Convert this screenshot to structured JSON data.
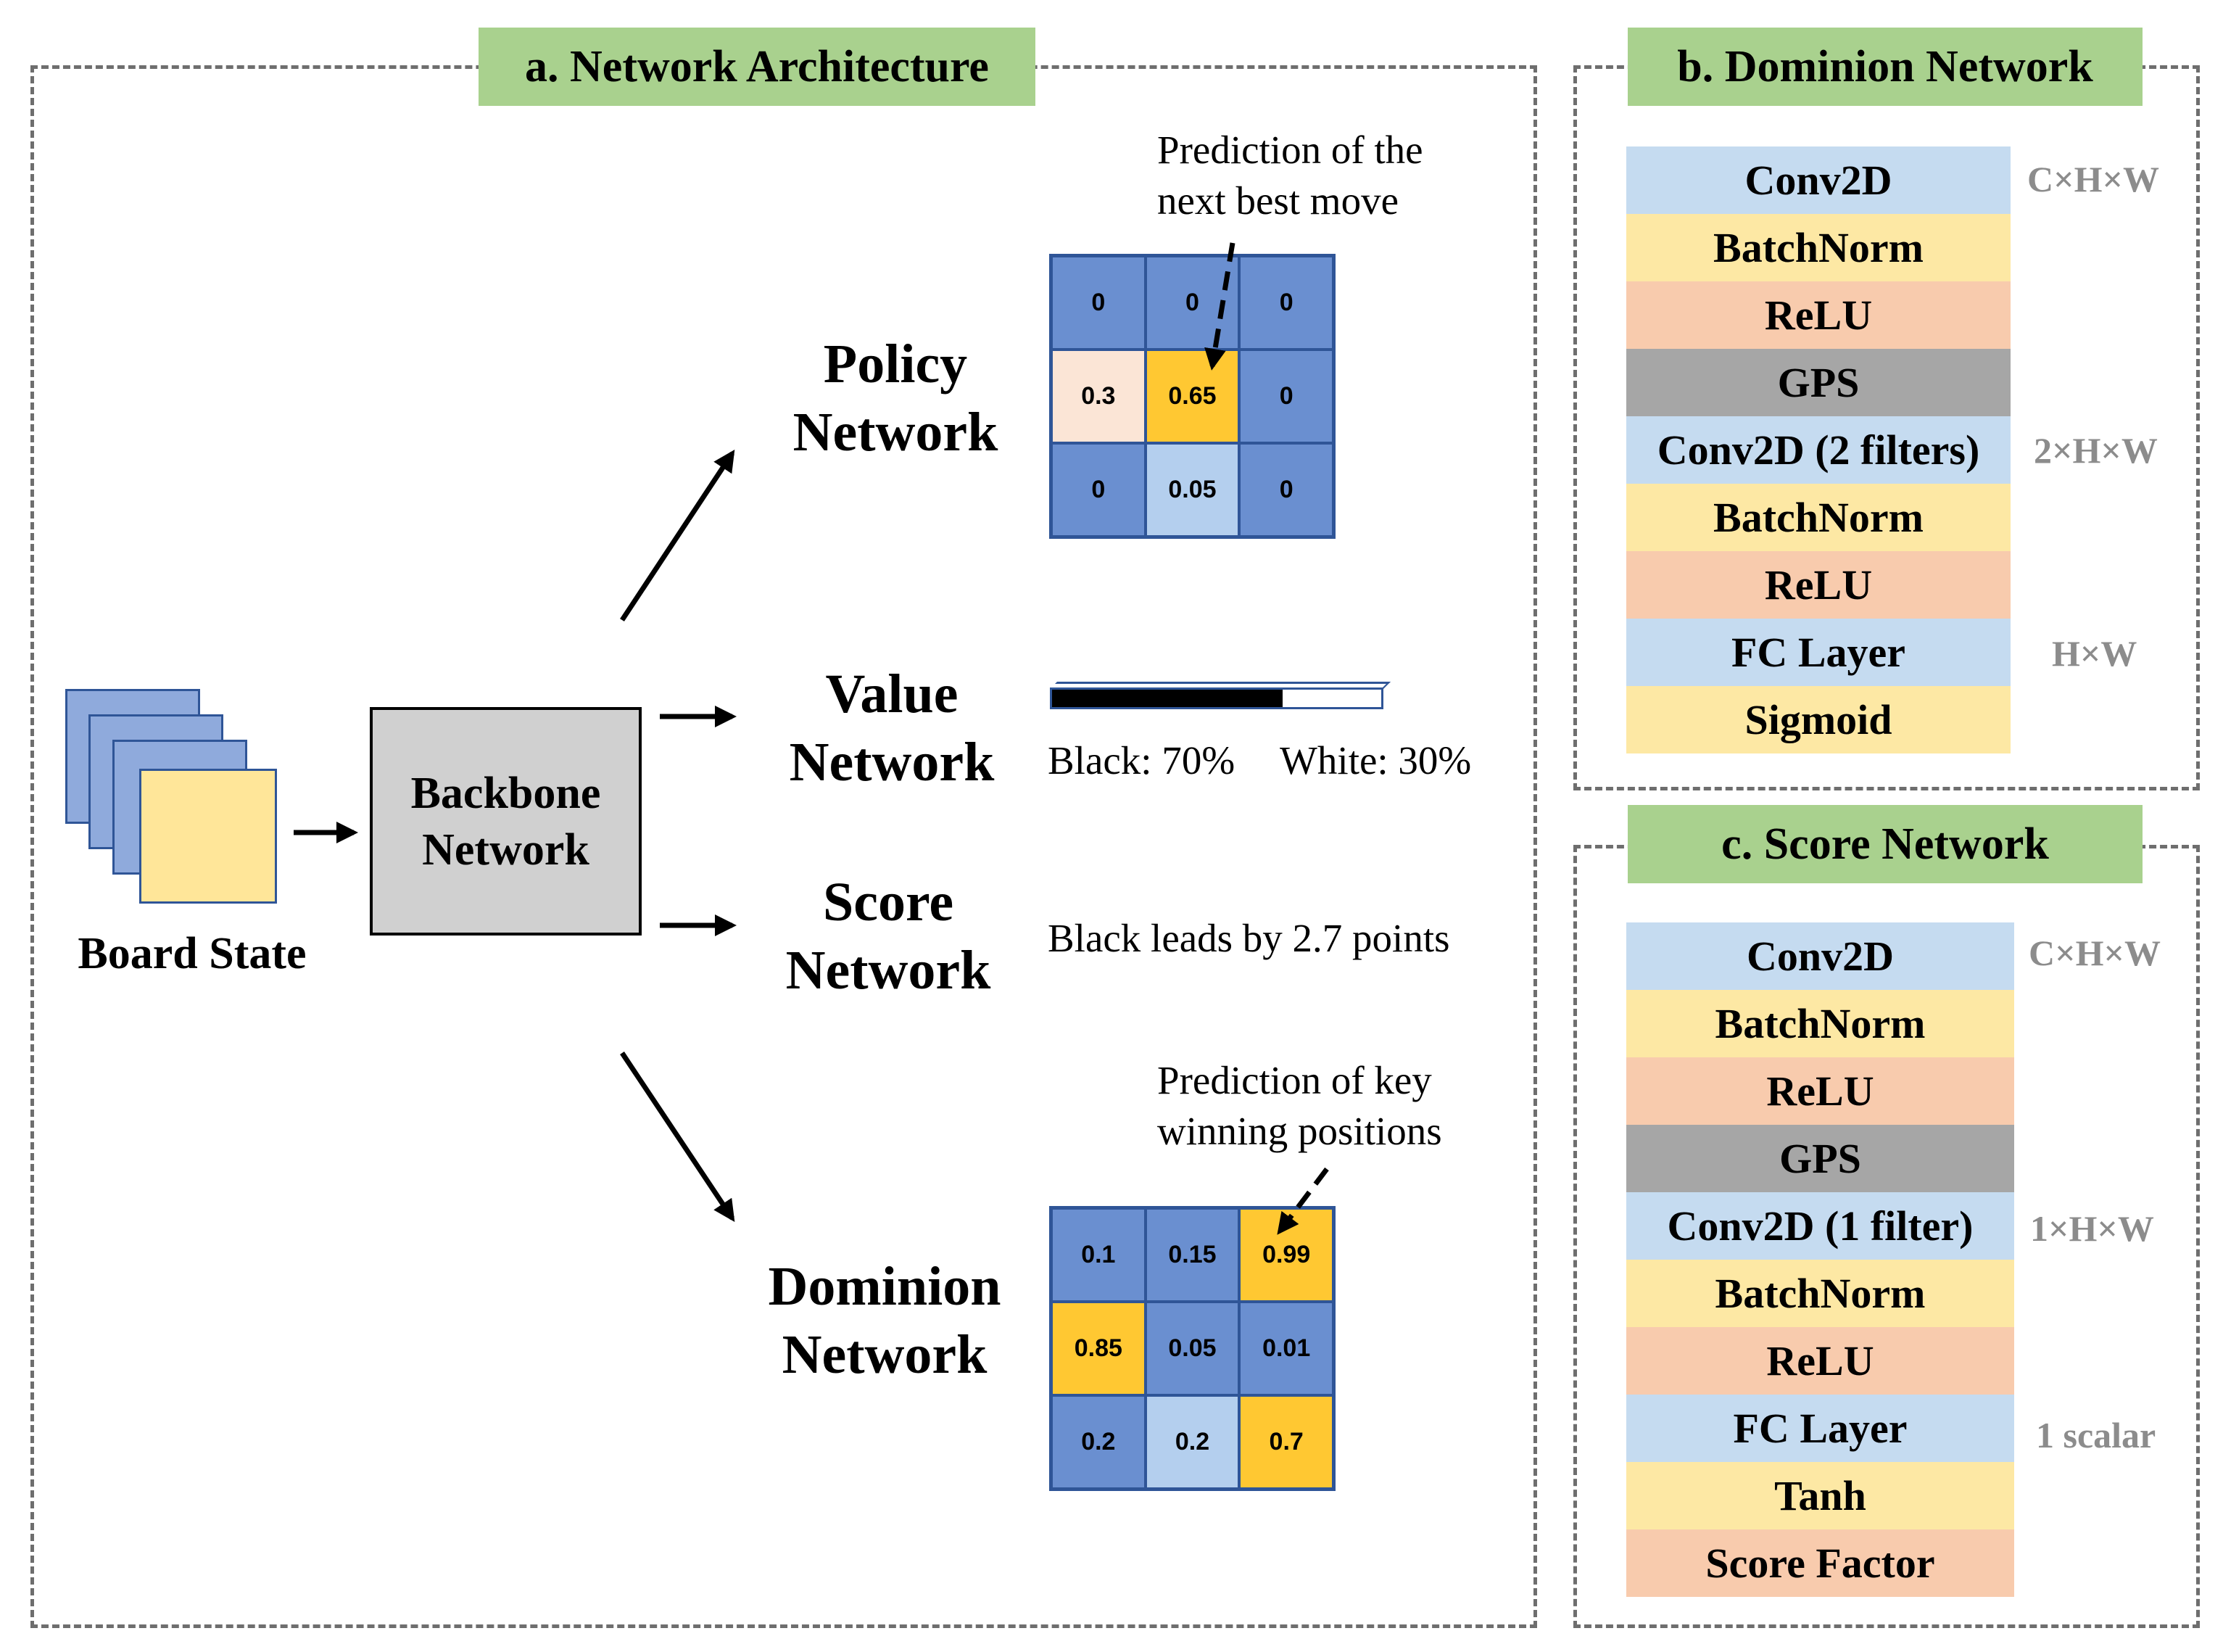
{
  "panel_a": {
    "title": "a. Network Architecture",
    "board_state_label": "Board State",
    "backbone": [
      "Backbone",
      "Network"
    ],
    "policy": {
      "label": [
        "Policy",
        "Network"
      ],
      "note": [
        "Prediction of the",
        "next best move"
      ],
      "grid": [
        [
          "0",
          "0",
          "0"
        ],
        [
          "0.3",
          "0.65",
          "0"
        ],
        [
          "0",
          "0.05",
          "0"
        ]
      ],
      "grid_colors": [
        [
          "#6a8fd0",
          "#6a8fd0",
          "#6a8fd0"
        ],
        [
          "#fbe5d6",
          "#ffc832",
          "#6a8fd0"
        ],
        [
          "#6a8fd0",
          "#b4cfee",
          "#6a8fd0"
        ]
      ]
    },
    "value": {
      "label": [
        "Value",
        "Network"
      ],
      "black_fraction": 0.7,
      "black_text": "Black: 70%",
      "white_text": "White: 30%"
    },
    "score": {
      "label": [
        "Score",
        "Network"
      ],
      "text": "Black leads by 2.7 points"
    },
    "dominion": {
      "label": [
        "Dominion",
        "Network"
      ],
      "note": [
        "Prediction of key",
        "winning positions"
      ],
      "grid": [
        [
          "0.1",
          "0.15",
          "0.99"
        ],
        [
          "0.85",
          "0.05",
          "0.01"
        ],
        [
          "0.2",
          "0.2",
          "0.7"
        ]
      ],
      "grid_colors": [
        [
          "#6a8fd0",
          "#6a8fd0",
          "#ffc832"
        ],
        [
          "#ffc832",
          "#6a8fd0",
          "#6a8fd0"
        ],
        [
          "#6a8fd0",
          "#b4cfee",
          "#ffc832"
        ]
      ]
    }
  },
  "panel_b": {
    "title": "b. Dominion Network",
    "layers": [
      {
        "name": "Conv2D",
        "color": "#c5dbf0"
      },
      {
        "name": "BatchNorm",
        "color": "#fde8a4"
      },
      {
        "name": "ReLU",
        "color": "#f8cbad"
      },
      {
        "name": "GPS",
        "color": "#a6a6a6"
      },
      {
        "name": "Conv2D (2 filters)",
        "color": "#c5dbf0"
      },
      {
        "name": "BatchNorm",
        "color": "#fde8a4"
      },
      {
        "name": "ReLU",
        "color": "#f8cbad"
      },
      {
        "name": "FC Layer",
        "color": "#c5dbf0"
      },
      {
        "name": "Sigmoid",
        "color": "#fde8a4"
      }
    ],
    "dims": [
      "C×H×W",
      "2×H×W",
      "H×W"
    ]
  },
  "panel_c": {
    "title": "c. Score Network",
    "layers": [
      {
        "name": "Conv2D",
        "color": "#c5dbf0"
      },
      {
        "name": "BatchNorm",
        "color": "#fde8a4"
      },
      {
        "name": "ReLU",
        "color": "#f8cbad"
      },
      {
        "name": "GPS",
        "color": "#a6a6a6"
      },
      {
        "name": "Conv2D (1 filter)",
        "color": "#c5dbf0"
      },
      {
        "name": "BatchNorm",
        "color": "#fde8a4"
      },
      {
        "name": "ReLU",
        "color": "#f8cbad"
      },
      {
        "name": "FC Layer",
        "color": "#c5dbf0"
      },
      {
        "name": "Tanh",
        "color": "#fde8a4"
      },
      {
        "name": "Score Factor",
        "color": "#f8cbad"
      }
    ],
    "dims": [
      "C×H×W",
      "1×H×W",
      "1 scalar"
    ]
  }
}
